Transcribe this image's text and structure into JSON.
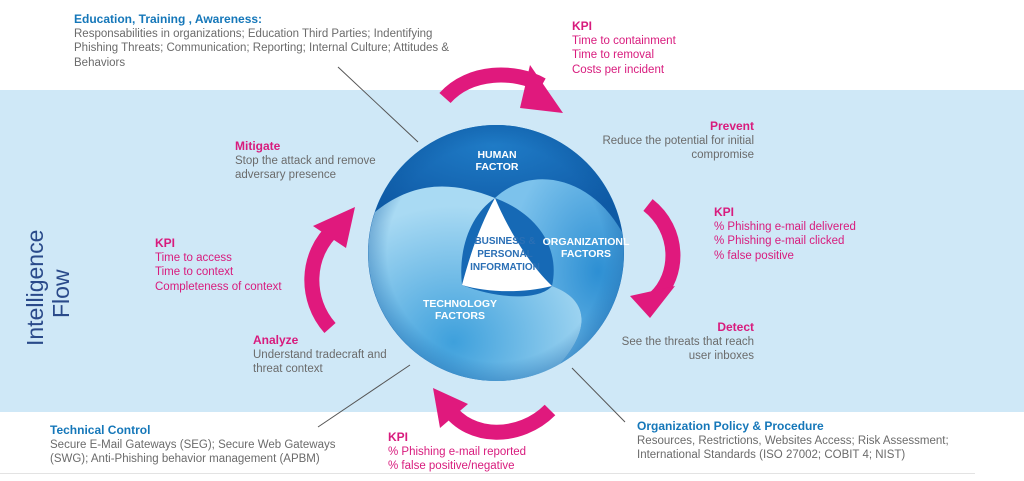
{
  "side_label": "Intelligence Flow",
  "side_label_lines": [
    "Intelligence",
    "Flow"
  ],
  "center": {
    "human": [
      "HUMAN",
      "FACTOR"
    ],
    "org": [
      "ORGANIZATIONL",
      "FACTORS"
    ],
    "tech": [
      "TECHNOLOGY",
      "FACTORS"
    ],
    "core": [
      "BUSINESS &",
      "PERSONAL",
      "INFORMATION"
    ]
  },
  "education": {
    "title": "Education, Training , Awareness:",
    "lines": [
      "Responsabilities in organizations; Education Third Parties; Indentifying",
      "Phishing Threats; Communication; Reporting; Internal Culture; Attitudes &",
      "Behaviors"
    ]
  },
  "kpi_top": {
    "title": "KPI",
    "items": [
      "Time to containment",
      "Time to removal",
      "Costs per incident"
    ]
  },
  "prevent": {
    "title": "Prevent",
    "lines": [
      "Reduce the potential for initial",
      "compromise"
    ]
  },
  "kpi_right": {
    "title": "KPI",
    "items": [
      "% Phishing e-mail delivered",
      "% Phishing e-mail clicked",
      "% false positive"
    ]
  },
  "detect": {
    "title": "Detect",
    "lines": [
      "See the threats that reach",
      "user inboxes"
    ]
  },
  "org_policy": {
    "title": "Organization Policy & Procedure",
    "lines": [
      "Resources, Restrictions, Websites Access; Risk Assessment;",
      "International Standards (ISO 27002; COBIT 4; NIST)"
    ]
  },
  "kpi_bottom": {
    "title": "KPI",
    "items": [
      "% Phishing e-mail reported",
      "% false positive/negative"
    ]
  },
  "technical": {
    "title": "Technical Control",
    "lines": [
      "Secure E-Mail Gateways (SEG); Secure Web Gateways",
      "(SWG); Anti-Phishing behavior management (APBM)"
    ]
  },
  "analyze": {
    "title": "Analyze",
    "lines": [
      "Understand tradecraft and",
      "threat context"
    ]
  },
  "kpi_left": {
    "title": "KPI",
    "items": [
      "Time to access",
      "Time to context",
      "Completeness of context"
    ]
  },
  "mitigate": {
    "title": "Mitigate",
    "lines": [
      "Stop the attack and remove",
      "adversary presence"
    ]
  },
  "colors": {
    "band": "#cfe8f7",
    "arrow": "#e0197d",
    "heading_blue": "#1577b9",
    "heading_pink": "#d81b7d",
    "circle_dark": "#1565b0",
    "circle_light": "#9ed4f2"
  }
}
